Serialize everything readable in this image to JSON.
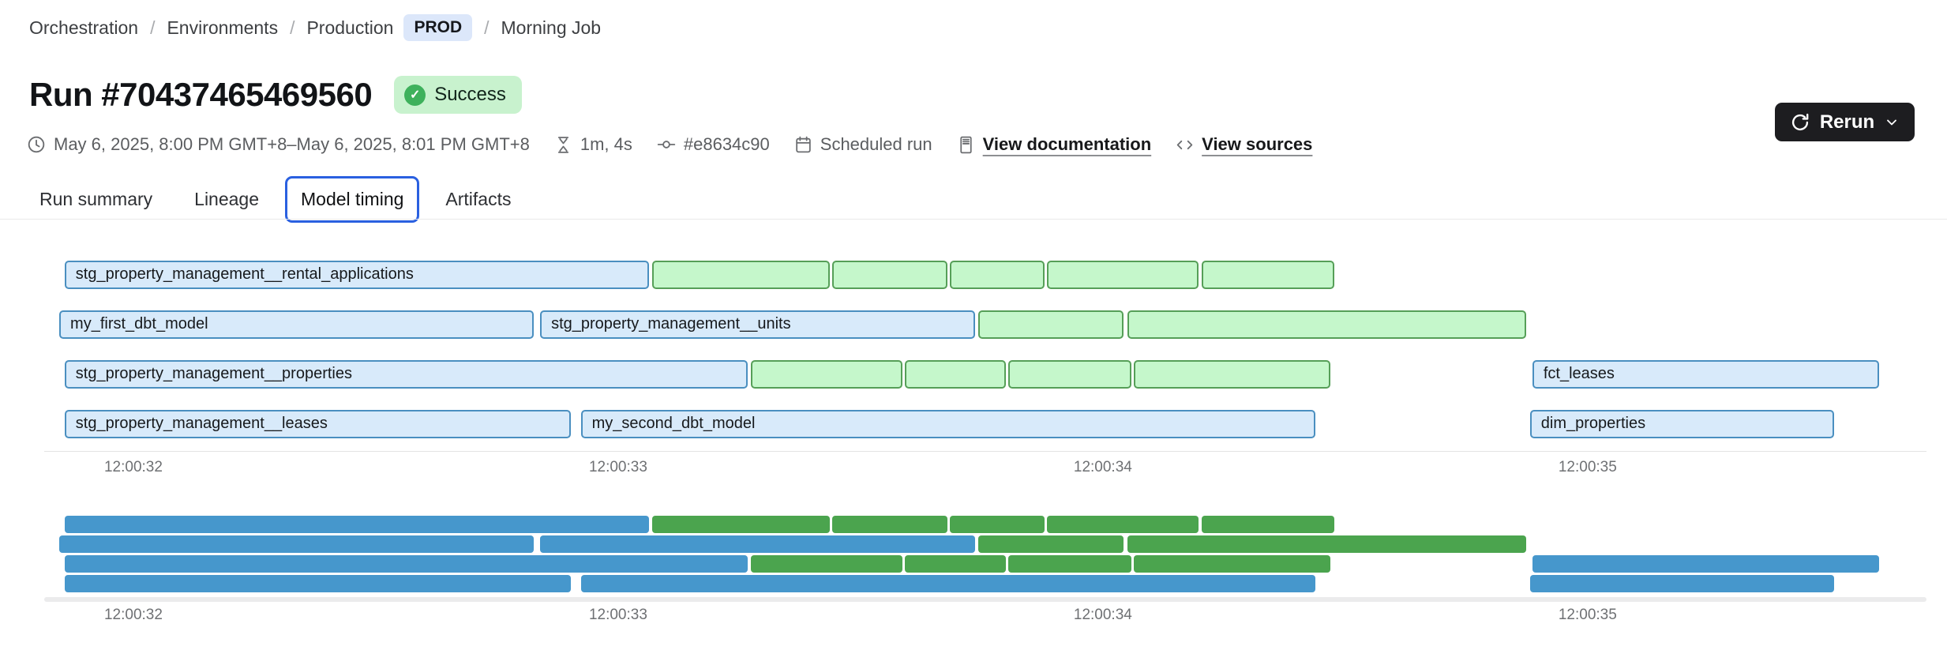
{
  "breadcrumb": {
    "separator": "/",
    "items": [
      "Orchestration",
      "Environments",
      "Production",
      "Morning Job"
    ],
    "env_badge": "PROD"
  },
  "header": {
    "title": "Run #70437465469560",
    "status_badge": "Success",
    "rerun_label": "Rerun"
  },
  "meta": {
    "date_range": "May 6, 2025, 8:00 PM GMT+8–May 6, 2025, 8:01 PM GMT+8",
    "duration": "1m, 4s",
    "commit": "#e8634c90",
    "trigger": "Scheduled run",
    "docs_link": "View documentation",
    "sources_link": "View sources"
  },
  "tabs": [
    {
      "label": "Run summary",
      "active": false
    },
    {
      "label": "Lineage",
      "active": false
    },
    {
      "label": "Model timing",
      "active": true
    },
    {
      "label": "Artifacts",
      "active": false
    }
  ],
  "colors": {
    "bar_blue_fill": "#D8EAFA",
    "bar_blue_border": "#4A8FC0",
    "bar_green_fill": "#C5F7CB",
    "bar_green_border": "#569F58",
    "minimap_blue": "#4697CC",
    "minimap_green": "#4BA44E",
    "active_tab_border": "#2A60E0",
    "success_badge_bg": "#C8F2CE",
    "success_icon": "#3EB15C",
    "env_badge_bg": "#DCE7FA",
    "rerun_button_bg": "#1D1D20"
  },
  "chart_data": {
    "type": "gantt",
    "title": "Model timing",
    "axis": {
      "unit": "time-of-day seconds",
      "min": 31.816,
      "max": 35.699,
      "ticks": [
        {
          "t": 32,
          "label": "12:00:32"
        },
        {
          "t": 33,
          "label": "12:00:33"
        },
        {
          "t": 34,
          "label": "12:00:34"
        },
        {
          "t": 35,
          "label": "12:00:35"
        }
      ]
    },
    "rows": [
      {
        "bars": [
          {
            "label": "stg_property_management__rental_applications",
            "color": "blue",
            "start": 31.858,
            "end": 33.063
          },
          {
            "label": "",
            "color": "green",
            "start": 33.07,
            "end": 33.436
          },
          {
            "label": "",
            "color": "green",
            "start": 33.441,
            "end": 33.679
          },
          {
            "label": "",
            "color": "green",
            "start": 33.684,
            "end": 33.879
          },
          {
            "label": "",
            "color": "green",
            "start": 33.884,
            "end": 34.198
          },
          {
            "label": "",
            "color": "green",
            "start": 34.203,
            "end": 34.478
          }
        ]
      },
      {
        "bars": [
          {
            "label": "my_first_dbt_model",
            "color": "blue",
            "start": 31.847,
            "end": 32.826
          },
          {
            "label": "stg_property_management__units",
            "color": "blue",
            "start": 32.839,
            "end": 33.736
          },
          {
            "label": "",
            "color": "green",
            "start": 33.743,
            "end": 34.042
          },
          {
            "label": "",
            "color": "green",
            "start": 34.05,
            "end": 34.874
          }
        ]
      },
      {
        "bars": [
          {
            "label": "stg_property_management__properties",
            "color": "blue",
            "start": 31.858,
            "end": 33.267
          },
          {
            "label": "",
            "color": "green",
            "start": 33.274,
            "end": 33.586
          },
          {
            "label": "",
            "color": "green",
            "start": 33.591,
            "end": 33.8
          },
          {
            "label": "",
            "color": "green",
            "start": 33.805,
            "end": 34.059
          },
          {
            "label": "",
            "color": "green",
            "start": 34.063,
            "end": 34.47
          },
          {
            "label": "fct_leases",
            "color": "blue",
            "start": 34.886,
            "end": 35.601
          }
        ]
      },
      {
        "bars": [
          {
            "label": "stg_property_management__leases",
            "color": "blue",
            "start": 31.858,
            "end": 32.902
          },
          {
            "label": "my_second_dbt_model",
            "color": "blue",
            "start": 32.923,
            "end": 34.438
          },
          {
            "label": "dim_properties",
            "color": "blue",
            "start": 34.881,
            "end": 35.508
          }
        ]
      }
    ]
  }
}
